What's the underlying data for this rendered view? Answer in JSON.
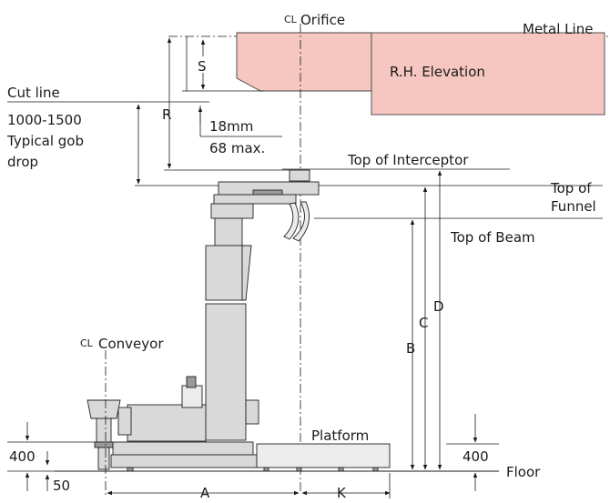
{
  "labels": {
    "orifice": "Orifice",
    "centerline_symbol": "CL",
    "metal_line": "Metal Line",
    "rh_elevation": "R.H. Elevation",
    "cut_line": "Cut line",
    "gob_drop_1": "1000-1500",
    "gob_drop_2": "Typical gob",
    "gob_drop_3": "drop",
    "s": "S",
    "r": "R",
    "dim_18mm": "18mm",
    "dim_68max": "68 max.",
    "top_of_interceptor": "Top of Interceptor",
    "top_of_funnel_1": "Top of",
    "top_of_funnel_2": "Funnel",
    "top_of_beam": "Top of Beam",
    "conveyor": "Conveyor",
    "c": "C",
    "d": "D",
    "b": "B",
    "platform": "Platform",
    "dim_400_left": "400",
    "dim_400_right": "400",
    "dim_50": "50",
    "floor": "Floor",
    "a": "A",
    "k": "K"
  },
  "colors": {
    "elevation_fill": "#f6c6c0",
    "machine_fill": "#d9d9d9",
    "line": "#1a1a1a"
  }
}
